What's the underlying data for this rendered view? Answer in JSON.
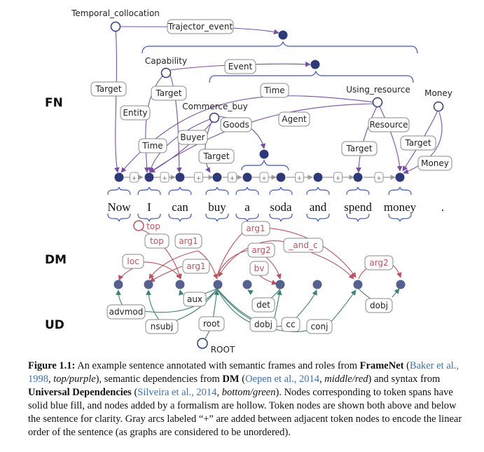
{
  "sections": {
    "fn": "FN",
    "dm": "DM",
    "ud": "UD"
  },
  "tokens": [
    "Now",
    "I",
    "can",
    "buy",
    "a",
    "soda",
    "and",
    "spend",
    "money",
    "."
  ],
  "plus": "+",
  "fn_labels": {
    "temporal_collocation": "Temporal_collocation",
    "trajector_event": "Trajector_event",
    "capability": "Capability",
    "event": "Event",
    "target1": "Target",
    "target2": "Target",
    "entity": "Entity",
    "time_top": "Time",
    "using_resource": "Using_resource",
    "money_frame": "Money",
    "commerce_buy": "Commerce_buy",
    "goods": "Goods",
    "agent": "Agent",
    "time2": "Time",
    "buyer": "Buyer",
    "target3": "Target",
    "resource": "Resource",
    "target4": "Target",
    "target5": "Target",
    "money_role": "Money"
  },
  "dm_labels": {
    "top": "top",
    "top_edge": "top",
    "arg1_a": "arg1",
    "arg1_top": "arg1",
    "loc": "loc",
    "arg1_b": "arg1",
    "arg2_a": "arg2",
    "and_c": "_and_c",
    "bv": "bv",
    "arg2_b": "arg2"
  },
  "ud_labels": {
    "advmod": "advmod",
    "aux": "aux",
    "nsubj": "nsubj",
    "root": "root",
    "root_node": "ROOT",
    "det": "det",
    "dobj_a": "dobj",
    "cc": "cc",
    "conj": "conj",
    "dobj_b": "dobj"
  },
  "caption": {
    "fig": "Figure 1.1:",
    "t1": " An example sentence annotated with semantic frames and roles from ",
    "framenet": "FrameNet",
    "t2": " (",
    "cite1": "Baker et al., 1998",
    "t3": ", ",
    "tp": "top/purple",
    "t4": "), semantic dependencies from ",
    "dm": "DM",
    "t5": " (",
    "cite2": "Oepen et al., 2014",
    "t6": ", ",
    "mr": "middle/red",
    "t7": ") and syntax from ",
    "ud": "Universal Dependencies",
    "t8": " (",
    "cite3": "Silveira et al., 2014",
    "t9": ", ",
    "bg": "bottom/green",
    "t10": "). Nodes corresponding to token spans have solid blue fill, and nodes added by a formalism are hollow. Token nodes are shown both above and below the sentence for clarity. Gray arcs labeled “+” are added between adjacent token nodes to encode the linear order of the sentence (as graphs are considered to be unordered)."
  },
  "colors": {
    "fn": "#7b4fa0",
    "dm": "#b65560",
    "ud": "#3f7f74",
    "node": "#2e3a78",
    "dm_node": "#55628f",
    "span": "#3b59b8",
    "gray": "#9a9a9a"
  }
}
